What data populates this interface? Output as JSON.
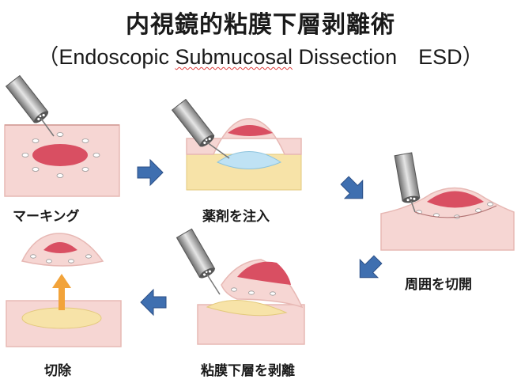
{
  "title": "内視鏡的粘膜下層剥離術",
  "subtitle": {
    "open": "（Endoscopic ",
    "underlined": "Submucosal",
    "close": " Dissection　ESD）"
  },
  "steps": [
    {
      "label": "マーキング"
    },
    {
      "label": "薬剤を注入"
    },
    {
      "label": "周囲を切開"
    },
    {
      "label": "粘膜下層を剥離"
    },
    {
      "label": "切除"
    }
  ],
  "colors": {
    "tissue": "#f6d6d3",
    "tissue_edge": "#e7b8b4",
    "lesion": "#d94f62",
    "injection": "#bfe2f4",
    "submucosa": "#f7e3a8",
    "arrow_blue": "#3f6fb0",
    "arrow_up": "#f2a33a",
    "scope": "#8a8a8a"
  }
}
